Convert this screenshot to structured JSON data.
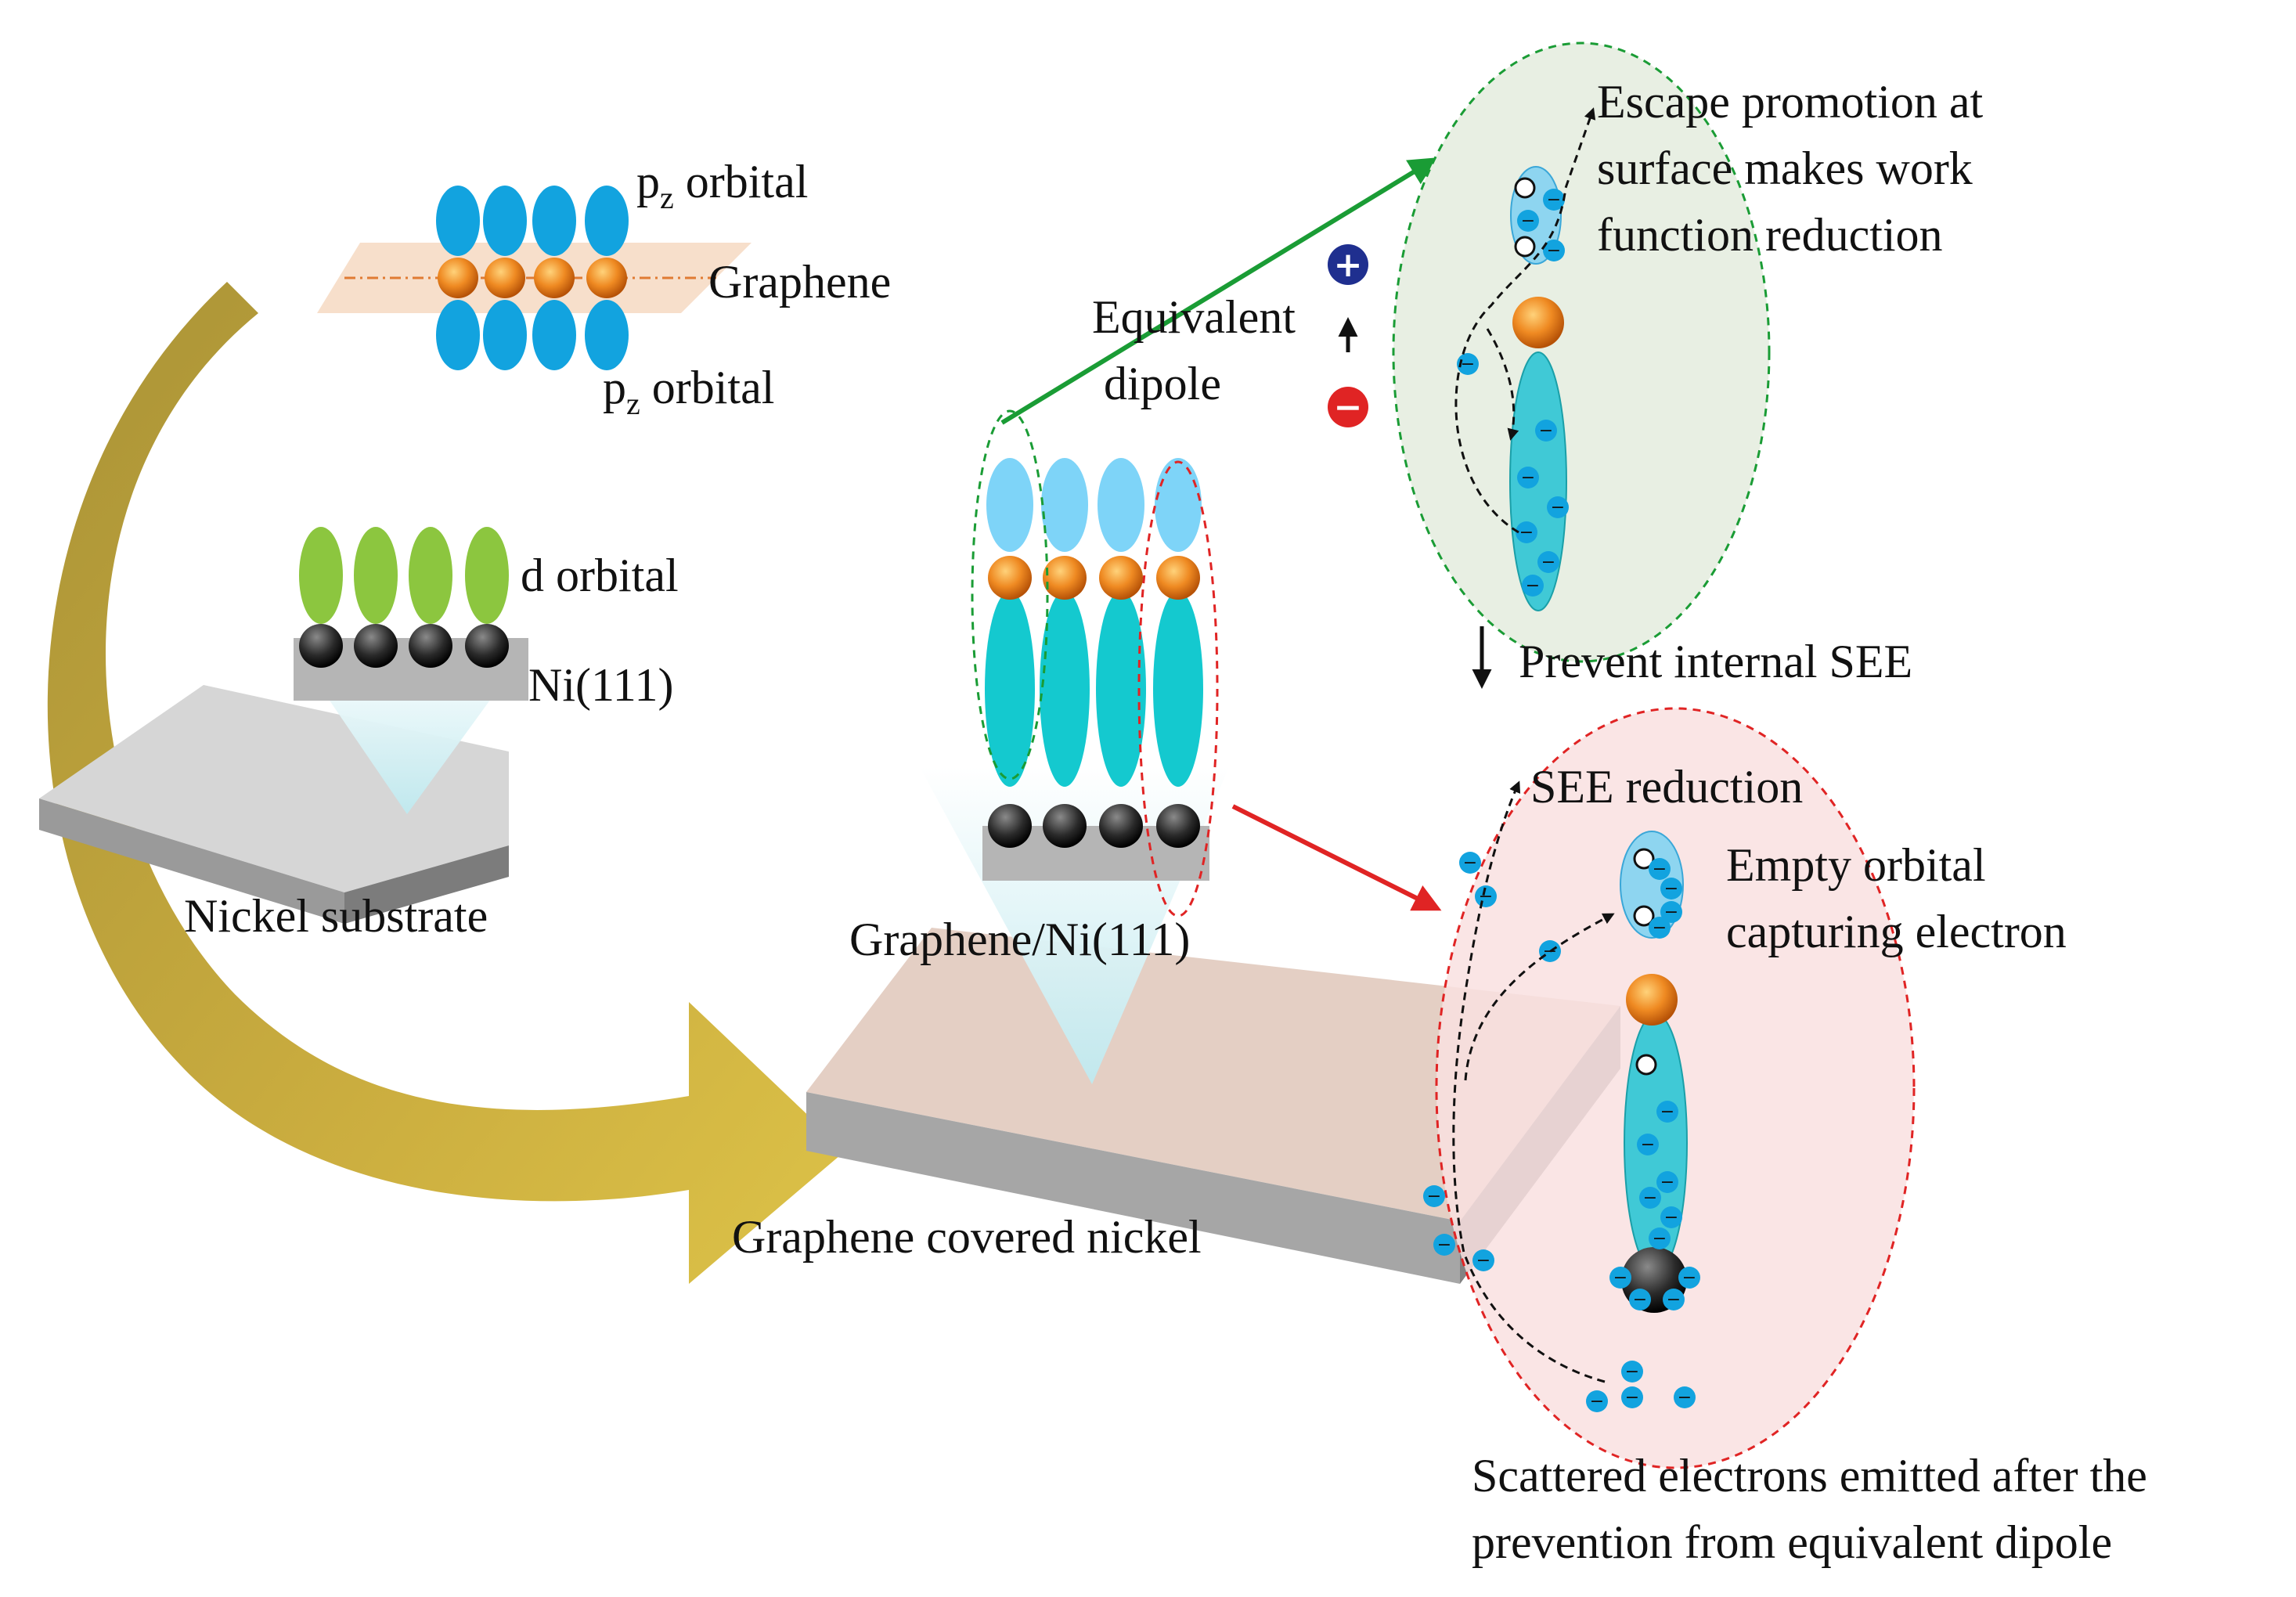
{
  "labels": {
    "pz_top": "p",
    "pz_top_sub": "z",
    "pz_top_rest": " orbital",
    "graphene": "Graphene",
    "pz_bot": "p",
    "pz_bot_sub": "z",
    "pz_bot_rest": " orbital",
    "d_orbital": "d orbital",
    "ni111": "Ni(111)",
    "nickel_substrate": "Nickel substrate",
    "equivalent": "Equivalent",
    "dipole": "dipole",
    "graphene_ni": "Graphene/Ni(111)",
    "graphene_covered": "Graphene covered nickel",
    "escape_1": "Escape promotion at",
    "escape_2": "surface makes work",
    "escape_3": "function reduction",
    "prevent": "Prevent internal SEE",
    "see_reduction": "SEE reduction",
    "empty_1": "Empty orbital",
    "empty_2": "capturing electron",
    "scattered_1": "Scattered electrons emitted after the",
    "scattered_2": "prevention from equivalent dipole"
  },
  "symbols": {
    "plus": "+",
    "minus": "−",
    "electron": "−"
  },
  "colors": {
    "pz_orbital": "#12a3df",
    "pz_light": "#6fd1f7",
    "d_orbital": "#8cc63f",
    "carbon_atom": "#e8761e",
    "nickel_atom": "#333333",
    "cyan_orbital": "#14c9cf",
    "gold_arrow": "#b59a2c",
    "green_arrow": "#1a9c35",
    "red_arrow": "#e02424",
    "green_region": "#e8efe3",
    "red_region": "#f9e1e1",
    "plus_circle": "#1f2f8f",
    "minus_circle": "#e02424"
  }
}
